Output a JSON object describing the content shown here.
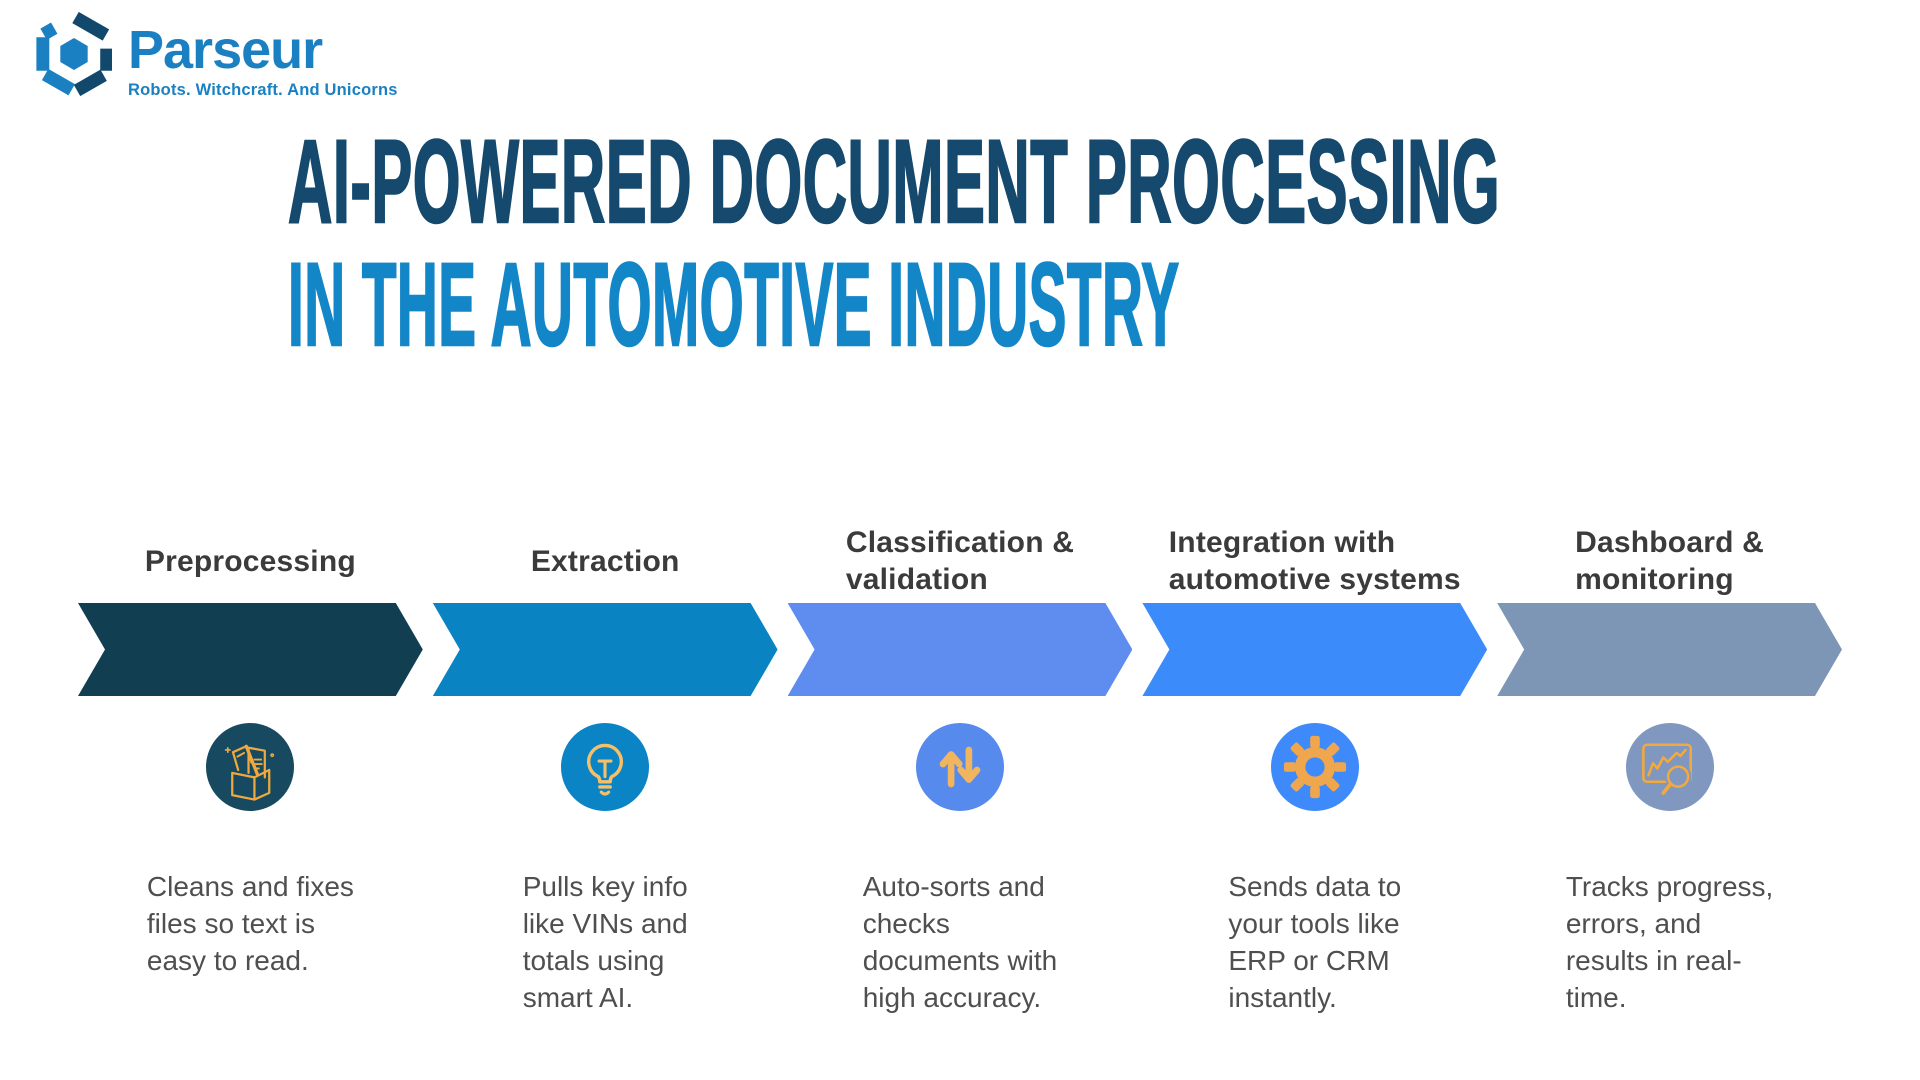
{
  "brand": {
    "name": "Parseur",
    "tagline": "Robots. Witchcraft. And Unicorns",
    "primary_color": "#1B80C2",
    "dark_color": "#12486B"
  },
  "title": {
    "line1": "AI-POWERED DOCUMENT PROCESSING",
    "line2": "IN THE AUTOMOTIVE INDUSTRY",
    "line1_color": "#15496D",
    "line2_color": "#1386C8"
  },
  "steps": [
    {
      "label_lines": [
        "Preprocessing"
      ],
      "icon": "document-box-icon",
      "arrow_color": "#123E52",
      "circle_color": "#174A60",
      "icon_color": "#EFA93E",
      "desc_lines": [
        "Cleans and fixes",
        "files so text is",
        "easy to read."
      ]
    },
    {
      "label_lines": [
        "Extraction"
      ],
      "icon": "lightbulb-icon",
      "arrow_color": "#0983C1",
      "circle_color": "#0A84C5",
      "icon_color": "#F5C068",
      "desc_lines": [
        "Pulls key info",
        "like VINs and",
        "totals using",
        "smart AI."
      ]
    },
    {
      "label_lines": [
        "Classification &",
        "validation"
      ],
      "icon": "up-down-arrows-icon",
      "arrow_color": "#5E8DEF",
      "circle_color": "#568AED",
      "icon_color": "#F0B55E",
      "desc_lines": [
        "Auto-sorts and",
        "checks",
        "documents with",
        "high accuracy."
      ]
    },
    {
      "label_lines": [
        "Integration with",
        "automotive systems"
      ],
      "icon": "gear-icon",
      "arrow_color": "#3C8BFA",
      "circle_color": "#3E8AFA",
      "icon_color": "#F0A64D",
      "desc_lines": [
        "Sends data to",
        "your tools like",
        "ERP or CRM",
        "instantly."
      ]
    },
    {
      "label_lines": [
        "Dashboard &",
        "monitoring"
      ],
      "icon": "chart-magnifier-icon",
      "arrow_color": "#7E96B5",
      "circle_color": "#8098BF",
      "icon_color": "#F3A93D",
      "desc_lines": [
        "Tracks progress,",
        "errors, and",
        "results in real-",
        "time."
      ]
    }
  ]
}
